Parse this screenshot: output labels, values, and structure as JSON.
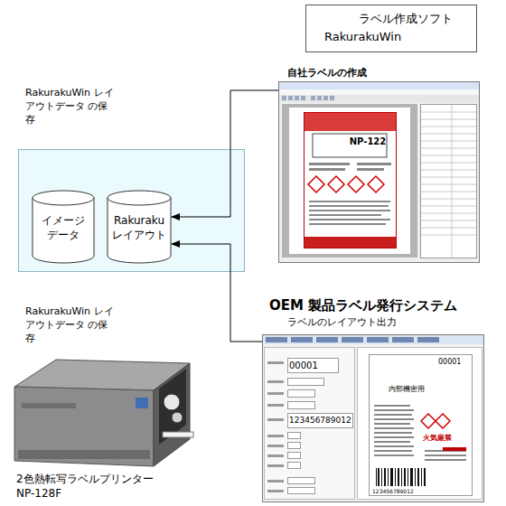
{
  "diagram": {
    "nodes": [
      {
        "text": [
          "ラベル作成ソフト",
          "RakurakuWin"
        ]
      },
      {
        "text": [
          "自社ラベルの作成"
        ]
      },
      {
        "text": [
          "イメージ データ"
        ]
      },
      {
        "text": [
          "Rakuraku レイアウト"
        ]
      },
      {
        "text": [
          "OEM 製品ラベル発行システム",
          "ラベルのレイアウト出力"
        ]
      },
      {
        "text": [
          "2色熱転写ラベルプリンター NP-128F"
        ]
      }
    ],
    "edges": [
      {
        "from": 1,
        "to": 3,
        "arrow": "to",
        "label": "RakurakuWin レイアウトデータ の保存"
      },
      {
        "from": 4,
        "to": 3,
        "arrow": "to",
        "label": "RakurakuWin レイアウトデータ の保存"
      }
    ],
    "labels": [
      "NP-122",
      "00001",
      "123456789012",
      "00001",
      "内部機密用",
      "火気厳禁",
      "123456789012"
    ]
  }
}
